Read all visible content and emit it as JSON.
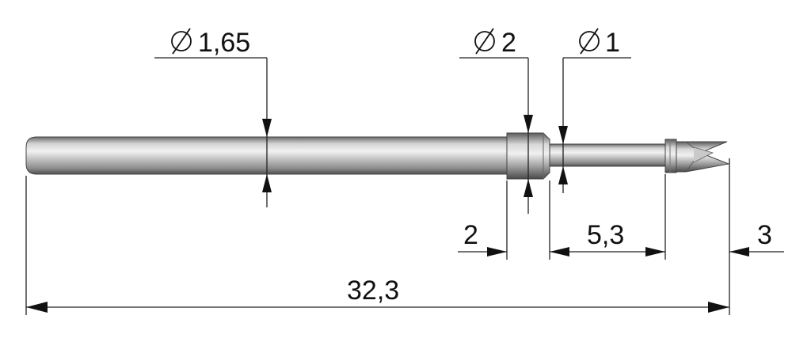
{
  "dimensions": {
    "shaft_diameter": "1,65",
    "collar_diameter": "2",
    "tip_shaft_diameter": "1",
    "collar_length": "2",
    "tip_shaft_length": "5,3",
    "crown_length": "3",
    "total_length": "32,3"
  },
  "colors": {
    "metal_light": "#e9e9e9",
    "metal_mid": "#a9a9a9",
    "metal_dark": "#555555",
    "line": "#222222"
  }
}
